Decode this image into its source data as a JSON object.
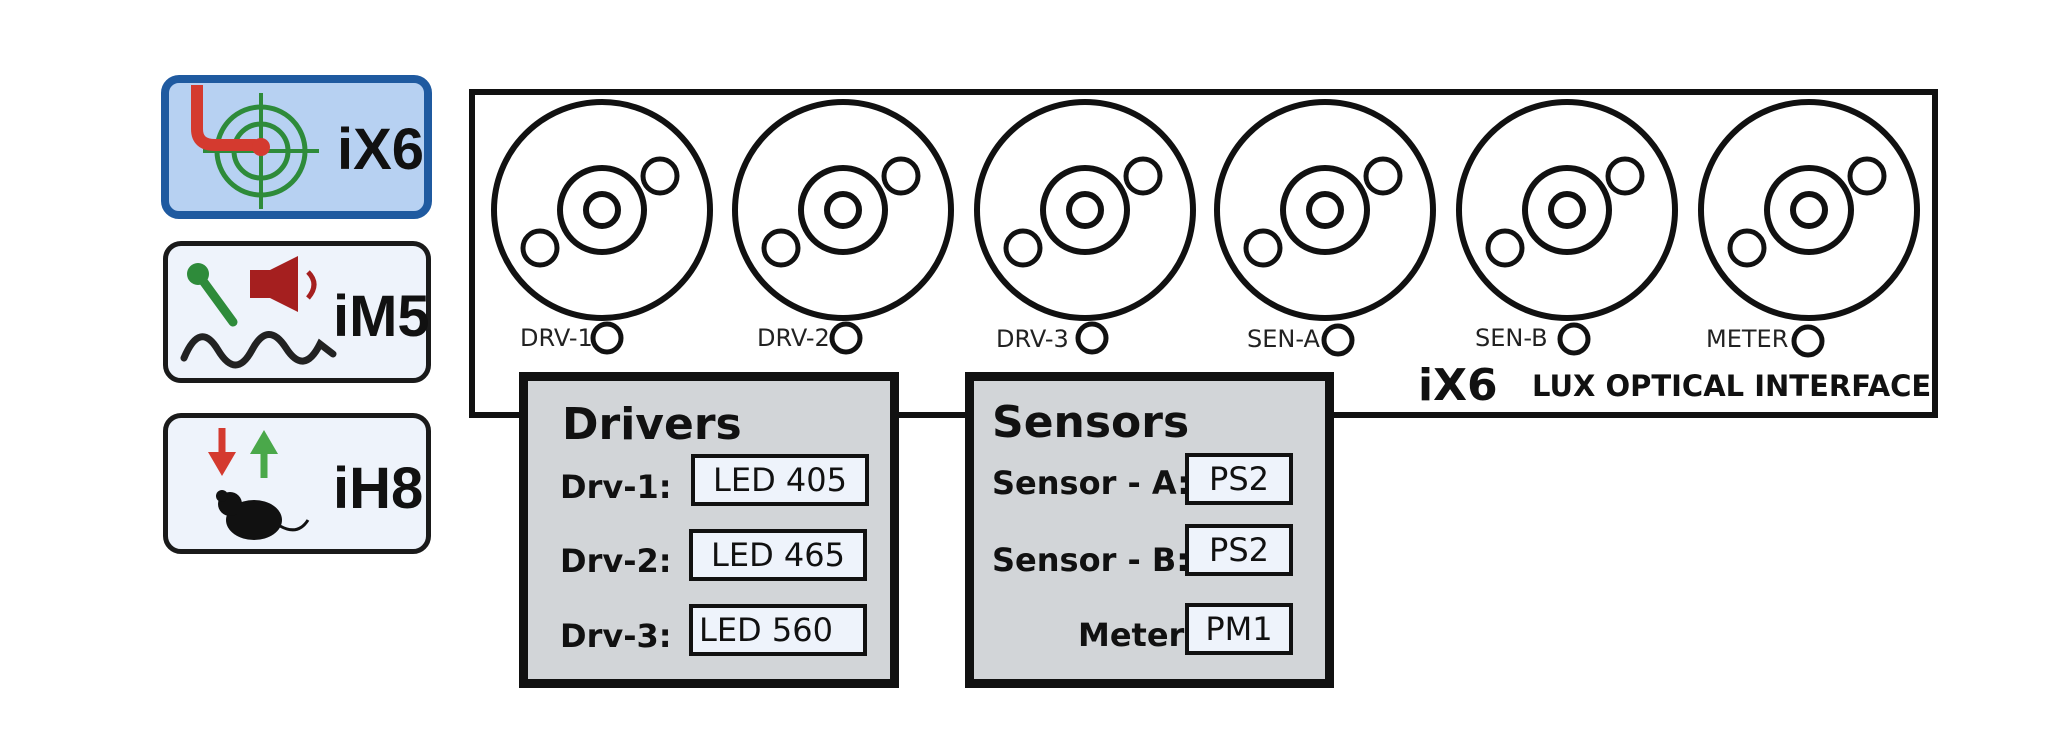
{
  "devices": [
    {
      "label": "iX6",
      "icon": "fiber-target-icon",
      "active": true
    },
    {
      "label": "iM5",
      "icon": "microphone-speaker-icon",
      "active": false
    },
    {
      "label": "iH8",
      "icon": "mouse-arrows-icon",
      "active": false
    }
  ],
  "panel": {
    "model": "iX6",
    "name": "LUX OPTICAL INTERFACE",
    "ports": [
      {
        "label": "DRV-1"
      },
      {
        "label": "DRV-2"
      },
      {
        "label": "DRV-3"
      },
      {
        "label": "SEN-A"
      },
      {
        "label": "SEN-B"
      },
      {
        "label": "METER"
      }
    ]
  },
  "drivers": {
    "title": "Drivers",
    "rows": [
      {
        "label": "Drv-1:",
        "value": "LED 405"
      },
      {
        "label": "Drv-2:",
        "value": "LED 465"
      },
      {
        "label": "Drv-3:",
        "value": "LED 560"
      }
    ]
  },
  "sensors": {
    "title": "Sensors",
    "rows": [
      {
        "label": "Sensor - A:",
        "value": "PS2"
      },
      {
        "label": "Sensor - B:",
        "value": "PS2"
      },
      {
        "label": "Meter:",
        "value": "PM1"
      }
    ]
  },
  "colors": {
    "active_bg": "#b7d1f2",
    "active_border": "#1f5aa0",
    "box_bg": "#d2d5d8",
    "field_bg": "#eef3fb"
  }
}
